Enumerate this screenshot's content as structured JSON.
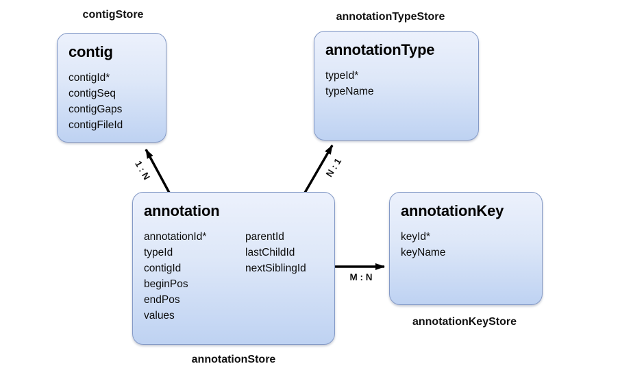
{
  "diagram": {
    "background_color": "#ffffff",
    "box_gradient_top": "#ecf1fc",
    "box_gradient_bottom": "#bed2f2",
    "box_border_color": "#8399c6",
    "arrow_color": "#000000",
    "entities": [
      {
        "title": "contig",
        "store_label": "contigStore",
        "fields": [
          "contigId*",
          "contigSeq",
          "contigGaps",
          "contigFileId"
        ]
      },
      {
        "title": "annotationType",
        "store_label": "annotationTypeStore",
        "fields": [
          "typeId*",
          "typeName"
        ]
      },
      {
        "title": "annotation",
        "store_label": "annotationStore",
        "fields": [
          "annotationId*",
          "typeId",
          "contigId",
          "beginPos",
          "endPos",
          "values"
        ],
        "fields_col2": [
          "parentId",
          "lastChildId",
          "nextSiblingId"
        ]
      },
      {
        "title": "annotationKey",
        "store_label": "annotationKeyStore",
        "fields": [
          "keyId*",
          "keyName"
        ]
      }
    ],
    "relationships": [
      {
        "from": "annotation",
        "to": "contig",
        "label": "1 : N"
      },
      {
        "from": "annotation",
        "to": "annotationType",
        "label": "N : 1"
      },
      {
        "from": "annotation",
        "to": "annotationKey",
        "label": "M : N"
      }
    ]
  }
}
